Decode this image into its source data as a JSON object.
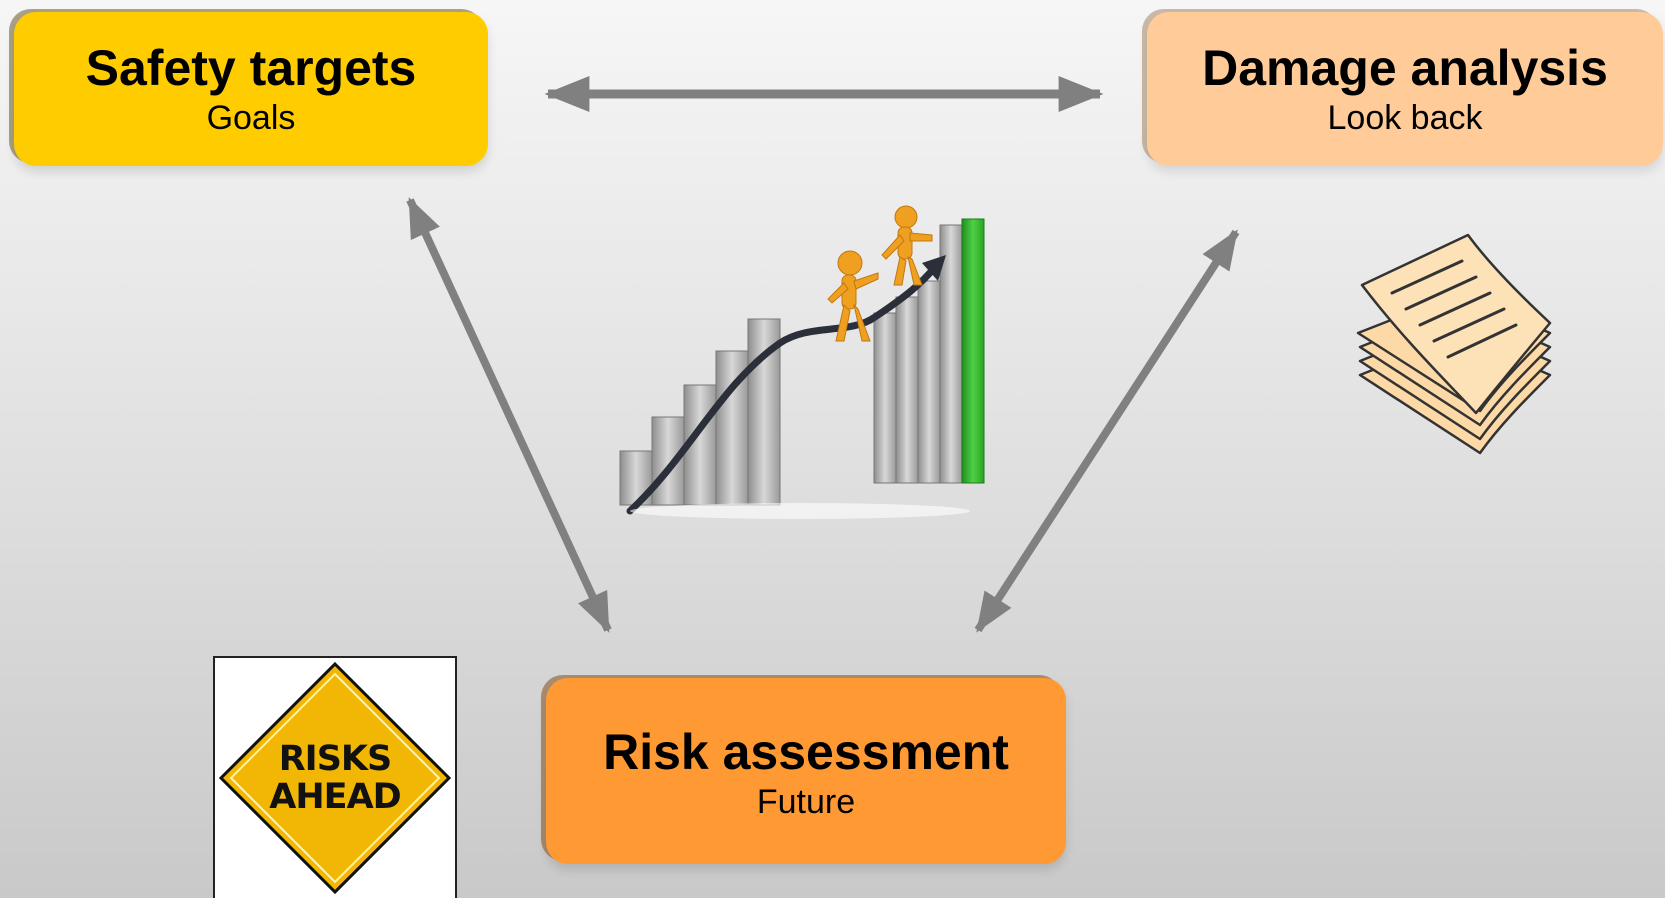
{
  "nodes": {
    "safety": {
      "title": "Safety targets",
      "subtitle": "Goals",
      "color": "#ffcc00"
    },
    "damage": {
      "title": "Damage analysis",
      "subtitle": "Look back",
      "color": "#ffcc99"
    },
    "risk": {
      "title": "Risk assessment",
      "subtitle": "Future",
      "color": "#ff9933"
    }
  },
  "connections": [
    {
      "from": "safety",
      "to": "damage",
      "style": "bidirectional"
    },
    {
      "from": "safety",
      "to": "risk",
      "style": "bidirectional"
    },
    {
      "from": "damage",
      "to": "risk",
      "style": "bidirectional"
    }
  ],
  "sign": {
    "text": "RISKS\nAHEAD",
    "color": "#f2b705"
  },
  "icons": {
    "center": "growth-chart-illustration",
    "right": "stacked-documents-icon"
  },
  "colors": {
    "arrow": "#808080",
    "chart_green": "#33b52f",
    "figure": "#f0a020"
  }
}
